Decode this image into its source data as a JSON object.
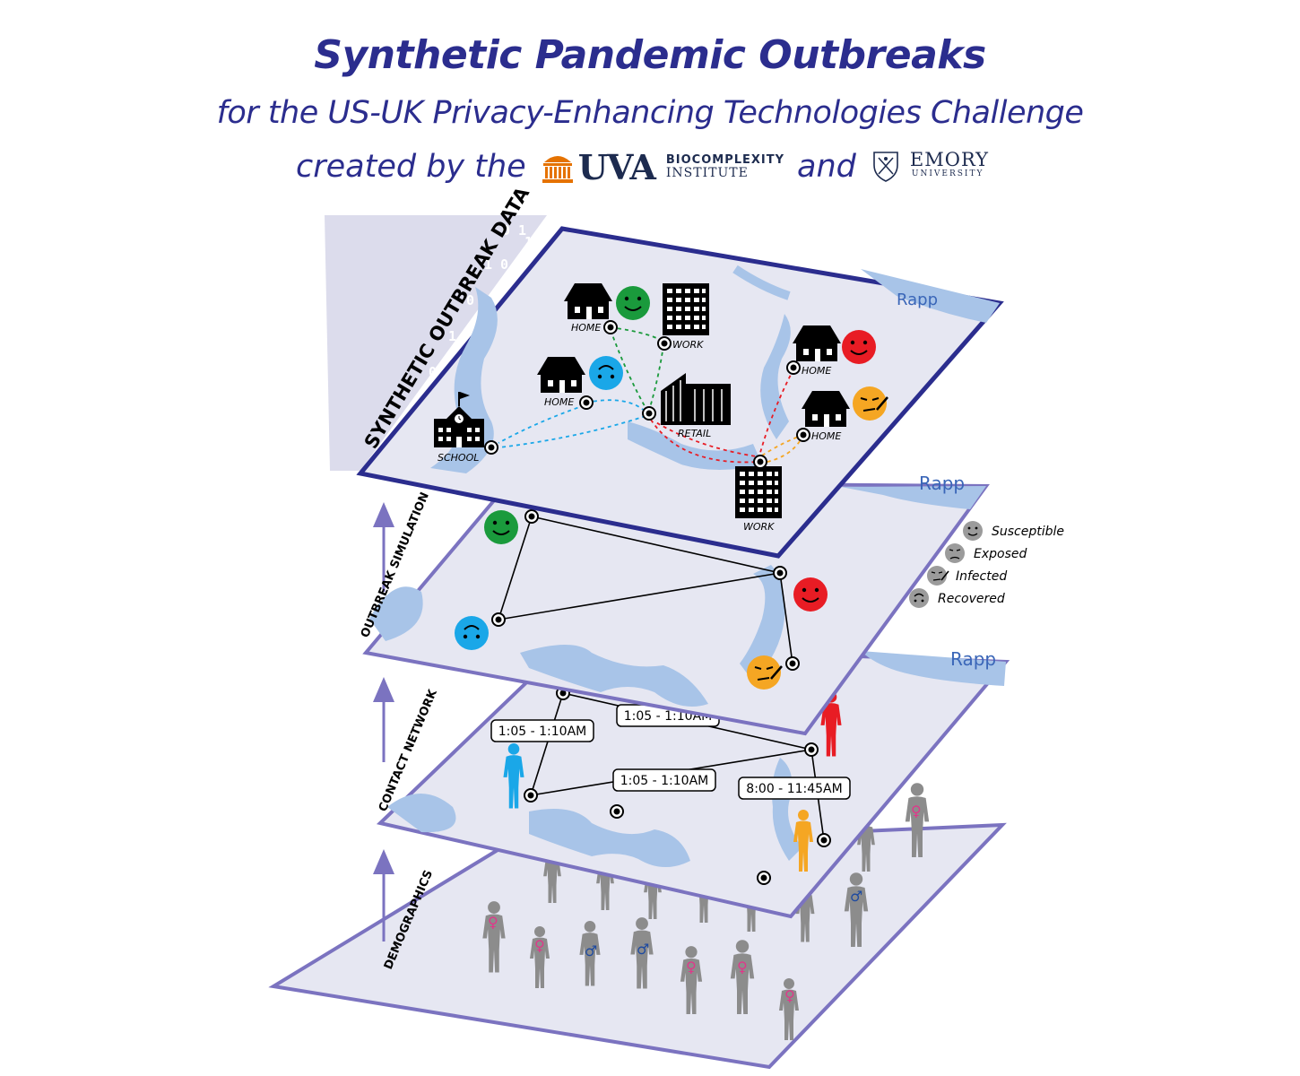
{
  "header": {
    "title": "Synthetic Pandemic Outbreaks",
    "subtitle": "for the US-UK Privacy-Enhancing Technologies Challenge",
    "created_by": "created by the",
    "and": "and",
    "uva_logo_text": "UVA",
    "biocomplexity_line1": "BIOCOMPLEXITY",
    "biocomplexity_line2": "INSTITUTE",
    "emory_line1": "EMORY",
    "emory_line2": "UNIVERSITY"
  },
  "layers": {
    "top": "SYNTHETIC OUTBREAK DATA",
    "simulation": "OUTBREAK SIMULATION",
    "contact": "CONTACT NETWORK",
    "demographics": "DEMOGRAPHICS"
  },
  "map_label": "Rapp",
  "places": {
    "home": "HOME",
    "work": "WORK",
    "retail": "RETAIL",
    "school": "SCHOOL"
  },
  "legend": [
    {
      "state": "Susceptible",
      "icon": "susceptible-face-icon"
    },
    {
      "state": "Exposed",
      "icon": "exposed-face-icon"
    },
    {
      "state": "Infected",
      "icon": "infected-face-icon"
    },
    {
      "state": "Recovered",
      "icon": "recovered-face-icon"
    }
  ],
  "contact_times": {
    "edge_1": "1:05 - 1:10AM",
    "edge_2": "1:05 - 1:10AM",
    "edge_3": "1:05 - 1:10AM",
    "edge_4": "8:00 - 11:45AM"
  },
  "colors": {
    "title": "#2b2d8e",
    "green": "#1a9a3c",
    "blue": "#1aa7e8",
    "red": "#e81c24",
    "orange": "#f5a623",
    "water": "#a8c4e8",
    "layer_border": "#7b73c0",
    "top_border": "#2b2d8e"
  }
}
